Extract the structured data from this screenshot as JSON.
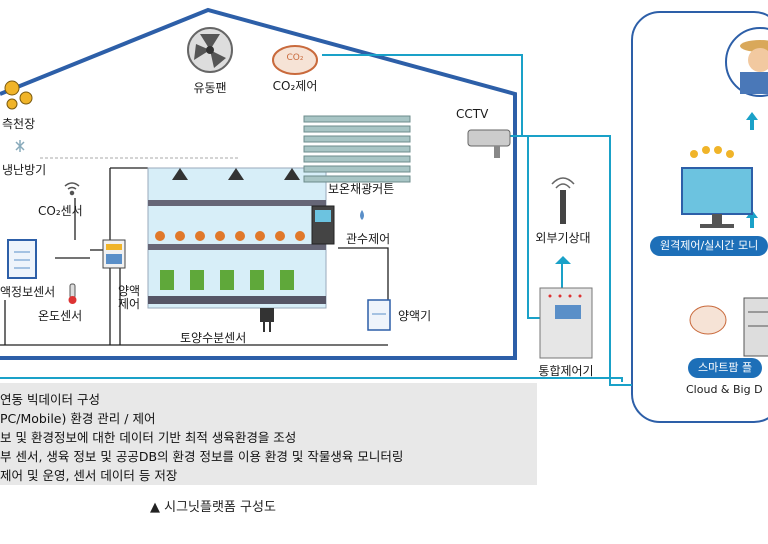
{
  "labels": {
    "fan": "유동팬",
    "co2_control": "CO₂제어",
    "co2_badge": "CO₂",
    "curtain_partial": "측천장",
    "heater": "냉난방기",
    "co2_sensor": "CO₂센서",
    "nutrient_sensor": "액정보센서",
    "temp_sensor": "온도센서",
    "nutrient_control": "양액\n제어",
    "soil_sensor": "토양수분센서",
    "insulation_curtain": "보온채광커튼",
    "irrigation": "관수제어",
    "nutrient_tank": "양액기",
    "cctv": "CCTV",
    "weather": "외부기상대",
    "integrated_controller": "통합제어기",
    "remote_monitor": "원격제어/실시간 모니",
    "smartfarm_platform": "스마트팜 플",
    "cloud": "Cloud & Big D"
  },
  "bullets": [
    "연동 빅데이터 구성",
    "PC/Mobile) 환경 관리 / 제어",
    "보 및 환경정보에 대한 데이터 기반 최적 생육환경을 조성",
    "부 센서, 생육 정보 및 공공DB의 환경 정보를 이용 환경 및 작물생육 모니터링",
    "제어 및 운영, 센서 데이터 등 저장"
  ],
  "caption": "▲ 시그닛플랫폼 구성도",
  "colors": {
    "house_line": "#2d5fa8",
    "connector": "#1aa1c8",
    "panel_border": "#2d5fa8",
    "pill_blue": "#1d6fb8",
    "bullet_bg": "#e8e8e8"
  }
}
